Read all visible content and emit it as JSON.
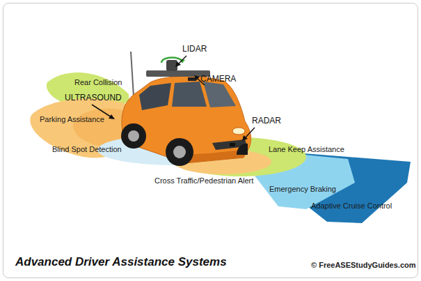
{
  "diagram": {
    "title": "Advanced Driver Assistance Systems",
    "labels": [
      "LIDAR",
      "CAMERA",
      "Rear Collision",
      "ULTRASOUND",
      "Parking Assistance",
      "RADAR",
      "Blind Spot Detection",
      "Lane Keep Assistance",
      "Cross Traffic/Pedestrian Alert",
      "Emergency Braking",
      "Adaptive Cruise Control",
      "© FreeASEStudyGuides.com"
    ]
  }
}
